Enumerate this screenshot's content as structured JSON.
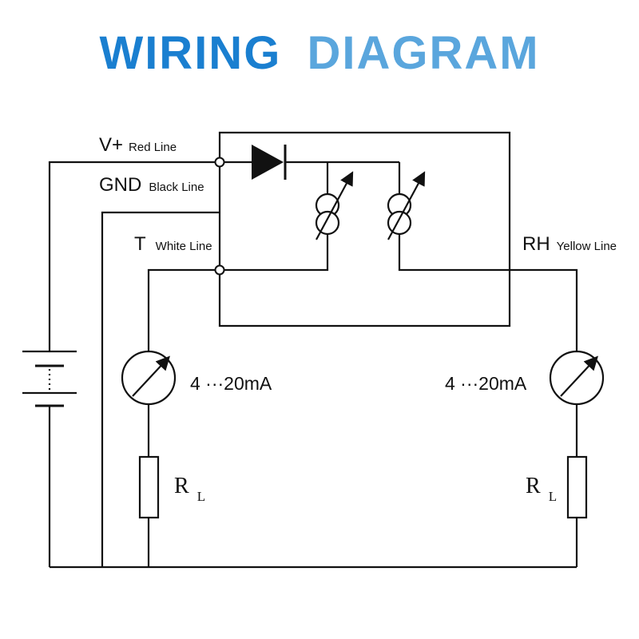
{
  "title": {
    "word1": "WIRING",
    "word2": "DIAGRAM",
    "color1": "#1a7fd0",
    "color2": "#5aa6dd"
  },
  "terminals": {
    "vplus": {
      "name": "V+",
      "wire": "Red Line"
    },
    "gnd": {
      "name": "GND",
      "wire": "Black Line"
    },
    "t": {
      "name": "T",
      "wire": "White Line"
    },
    "rh": {
      "name": "RH",
      "wire": "Yellow Line"
    }
  },
  "meters": {
    "left": "4 ···20mA",
    "right": "4 ···20mA"
  },
  "resistors": {
    "left": {
      "symbol": "R",
      "sub": "L"
    },
    "right": {
      "symbol": "R",
      "sub": "L"
    }
  },
  "components": {
    "battery": "battery-icon",
    "diode": "diode-icon",
    "current_source": "current-source-icon",
    "ammeter": "ammeter-icon",
    "resistor": "resistor-icon"
  },
  "colors": {
    "wire": "#111111"
  }
}
